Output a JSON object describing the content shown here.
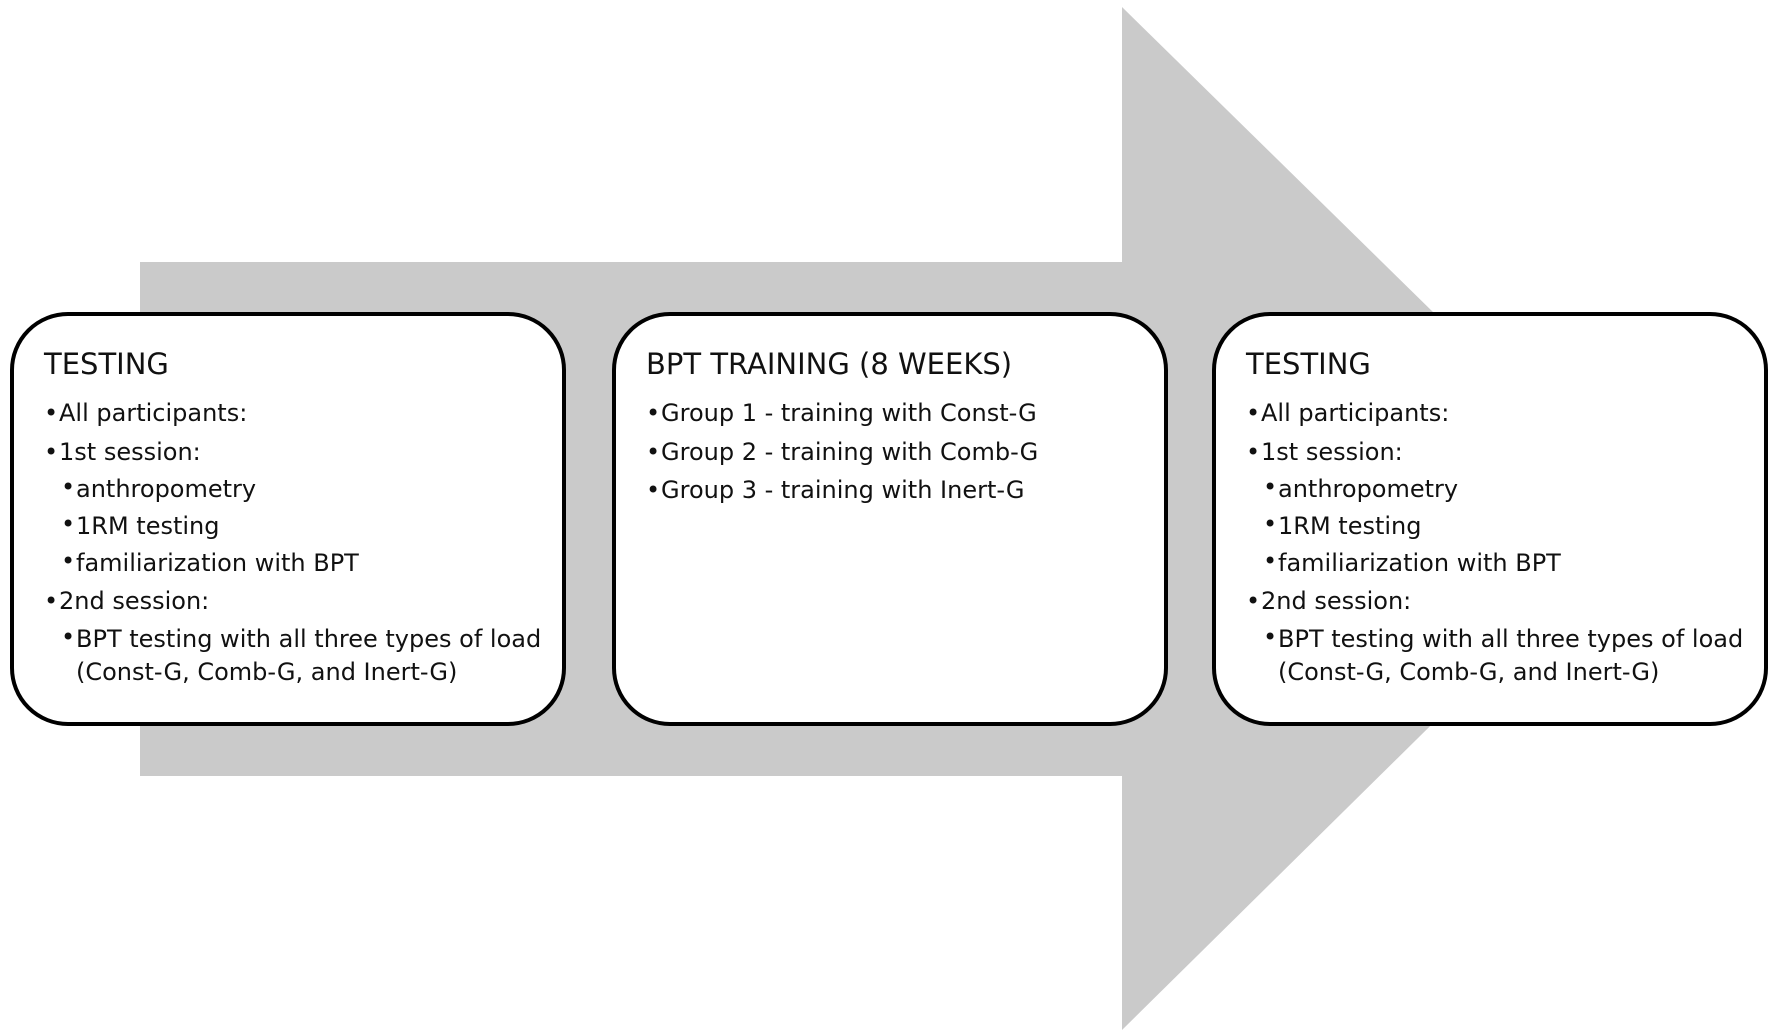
{
  "colors": {
    "arrow": "#cacaca",
    "box_border": "#000000",
    "box_fill": "#ffffff",
    "text": "#111111"
  },
  "bullet_glyph": "•",
  "stages": [
    {
      "title": "TESTING",
      "items": [
        {
          "text": "All participants:",
          "level": 1
        },
        {
          "text": "1st session:",
          "level": 1
        },
        {
          "text": "anthropometry",
          "level": 2
        },
        {
          "text": "1RM testing",
          "level": 2
        },
        {
          "text": "familiarization with BPT",
          "level": 2
        },
        {
          "text": "2nd session:",
          "level": 1
        },
        {
          "text": "BPT testing with all three types of load (Const-G, Comb-G, and Inert-G)",
          "level": 2
        }
      ]
    },
    {
      "title": "BPT TRAINING (8 WEEKS)",
      "items": [
        {
          "text": "Group 1 - training with Const-G",
          "level": 1
        },
        {
          "text": "Group 2 - training with Comb-G",
          "level": 1
        },
        {
          "text": "Group 3 - training with Inert-G",
          "level": 1
        }
      ]
    },
    {
      "title": "TESTING",
      "items": [
        {
          "text": "All participants:",
          "level": 1
        },
        {
          "text": "1st session:",
          "level": 1
        },
        {
          "text": "anthropometry",
          "level": 2
        },
        {
          "text": "1RM testing",
          "level": 2
        },
        {
          "text": "familiarization with BPT",
          "level": 2
        },
        {
          "text": "2nd session:",
          "level": 1
        },
        {
          "text": "BPT testing with all three types of load (Const-G, Comb-G, and Inert-G)",
          "level": 2
        }
      ]
    }
  ]
}
